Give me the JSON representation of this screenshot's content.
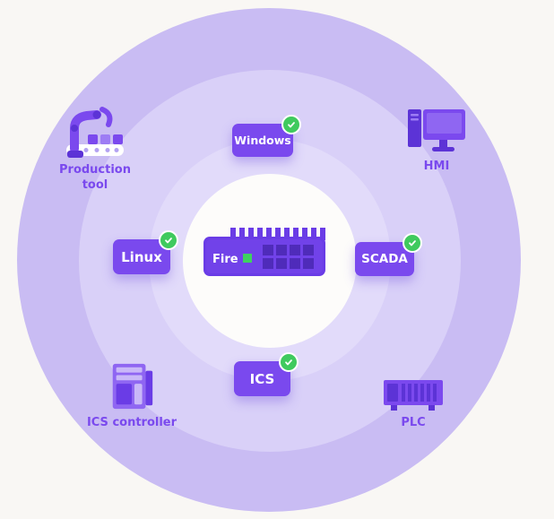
{
  "diagram": {
    "center_device": {
      "label": "Fire",
      "icon": "firewall-appliance-icon",
      "led_color": "#3ed160"
    },
    "os_nodes": [
      {
        "id": "windows",
        "label": "Windows",
        "checked": true
      },
      {
        "id": "linux",
        "label": "Linux",
        "checked": true
      },
      {
        "id": "scada",
        "label": "SCADA",
        "checked": true
      },
      {
        "id": "ics",
        "label": "ICS",
        "checked": true
      }
    ],
    "peripherals": [
      {
        "id": "production-tool",
        "label": "Production tool",
        "icon": "robot-arm-icon"
      },
      {
        "id": "hmi",
        "label": "HMI",
        "icon": "computer-monitor-icon"
      },
      {
        "id": "ics-controller",
        "label": "ICS controller",
        "icon": "industrial-machine-icon"
      },
      {
        "id": "plc",
        "label": "PLC",
        "icon": "plc-rack-icon"
      }
    ],
    "colors": {
      "background": "#f9f7f4",
      "outer_circle": "#c9bcf3",
      "mid_ring": "#d9d0f8",
      "inner_circle": "#fdfcfa",
      "node_box": "#7a49ee",
      "node_text": "#ffffff",
      "label_text": "#7a49ee",
      "check_green": "#3fca5e",
      "device_body": "#6a3ce6"
    }
  }
}
